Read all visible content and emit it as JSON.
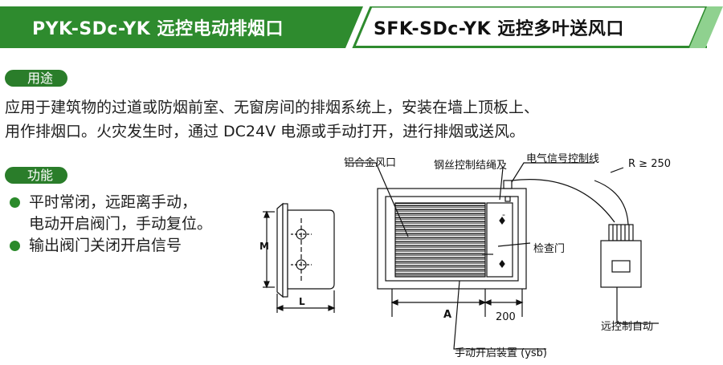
{
  "header": {
    "title_left": "PYK-SDc-YK 远控电动排烟口",
    "title_right": "SFK-SDc-YK 远控多叶送风口",
    "colors": {
      "green": "#2e8b2e",
      "light_green": "#8fd18f"
    }
  },
  "usage": {
    "label": "用途",
    "lines": [
      "应用于建筑物的过道或防烟前室、无窗房间的排烟系统上，安装在墙上顶板上、",
      "用作排烟口。火灾发生时，通过 DC24V 电源或手动打开，进行排烟或送风。"
    ]
  },
  "function": {
    "label": "功能",
    "bullets": [
      {
        "line1": "平时常闭，远距离手动，",
        "line2": "电动开启阀门，手动复位。"
      },
      {
        "line1": "输出阀门关闭开启信号"
      }
    ]
  },
  "diagram": {
    "side_m": "M",
    "side_l": "L",
    "alloy_outlet": "铝合金风口",
    "steel_wire": "钢丝控制结绳及",
    "signal_line": "电气信号控制线",
    "radius": "R ≥ 250",
    "inspection_door": "检查门",
    "dim_a": "A",
    "dim_200": "200",
    "manual_device": "手动开启装置 (ysb)",
    "remote_auto": "远控制自动"
  }
}
